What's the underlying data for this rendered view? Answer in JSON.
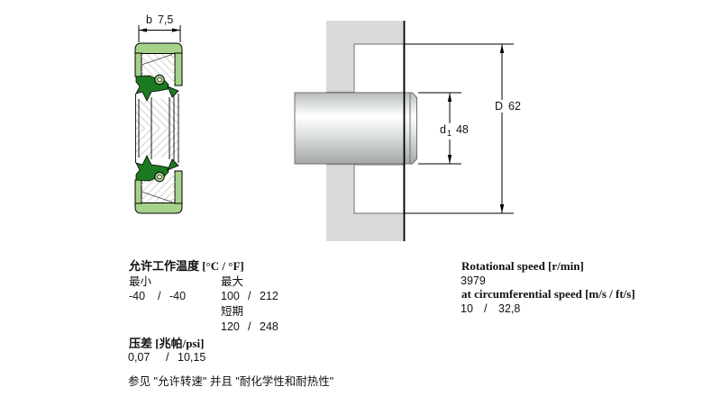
{
  "drawings": {
    "seal": {
      "width_dim": {
        "letter": "b",
        "value": "7,5"
      }
    },
    "mounting": {
      "housing_bore_dim": {
        "letter": "D",
        "value": "62"
      },
      "shaft_dim": {
        "letter": "d",
        "sub": "1",
        "value": "48"
      }
    }
  },
  "specs": {
    "temperature": {
      "title": "允许工作温度 [°C / °F]",
      "min_label": "最小",
      "max_label": "最大",
      "min": {
        "v1": "-40",
        "sep": "/",
        "v2": "-40"
      },
      "max": {
        "v1": "100",
        "sep": "/",
        "v2": "212"
      },
      "short_term_label": "短期",
      "short_term": {
        "v1": "120",
        "sep": "/",
        "v2": "248"
      }
    },
    "pressure": {
      "title": "压差 [兆帕/psi]",
      "value": {
        "v1": "0,07",
        "sep": "/",
        "v2": "10,15"
      }
    },
    "note": "参见 \"允许转速\" 并且 \"耐化学性和耐热性\"",
    "rotational_speed": {
      "title": "Rotational speed [r/min]",
      "value": "3979"
    },
    "circumferential_speed": {
      "title": "at circumferential speed [m/s / ft/s]",
      "value": {
        "v1": "10",
        "sep": "/",
        "v2": "32,8"
      }
    }
  },
  "colors": {
    "case_rubber_green": "#a6d28c",
    "lip_rubber_green": "#1c7a20",
    "spring_fill": "#eef5e8",
    "housing_gray": "#d9d9d9",
    "outline_black": "#000000"
  }
}
